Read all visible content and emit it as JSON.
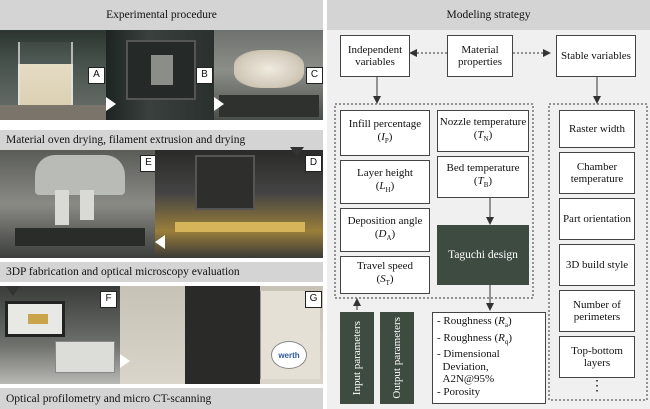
{
  "left": {
    "title": "Experimental procedure",
    "band1": "Material oven drying, filament extrusion and drying",
    "band2": "3DP fabrication and optical microscopy evaluation",
    "band3": "Optical profilometry and micro CT-scanning",
    "tags": {
      "a": "A",
      "b": "B",
      "c": "C",
      "d": "D",
      "e": "E",
      "f": "F",
      "g": "G"
    },
    "werth_logo": "werth"
  },
  "right": {
    "title": "Modeling strategy",
    "independent": "Independent variables",
    "material": "Material properties",
    "stable": "Stable variables",
    "infill": {
      "text": "Infill percentage",
      "sym": "I",
      "sub": "P"
    },
    "layer": {
      "text": "Layer height",
      "sym": "L",
      "sub": "H"
    },
    "deposition": {
      "text": "Deposition angle",
      "sym": "D",
      "sub": "A"
    },
    "travel": {
      "text": "Travel speed",
      "sym": "S",
      "sub": "T"
    },
    "nozzle": {
      "text": "Nozzle temperature",
      "sym": "T",
      "sub": "N"
    },
    "bed": {
      "text": "Bed temperature",
      "sym": "T",
      "sub": "B"
    },
    "taguchi": "Taguchi design",
    "input_params": "Input parameters",
    "output_params": "Output parameters",
    "outputs": {
      "r1": {
        "text": "Roughness",
        "sym": "R",
        "sub": "a"
      },
      "r2": {
        "text": "Roughness",
        "sym": "R",
        "sub": "q"
      },
      "dim1": "Dimensional",
      "dim2": "Deviation,",
      "dim3": "A2N@95%",
      "por": "Porosity"
    },
    "stable_items": [
      "Raster width",
      "Chamber temperature",
      "Part orientation",
      "3D build style",
      "Number of perimeters",
      "Top-bottom layers"
    ],
    "ellipsis": "⋮"
  }
}
